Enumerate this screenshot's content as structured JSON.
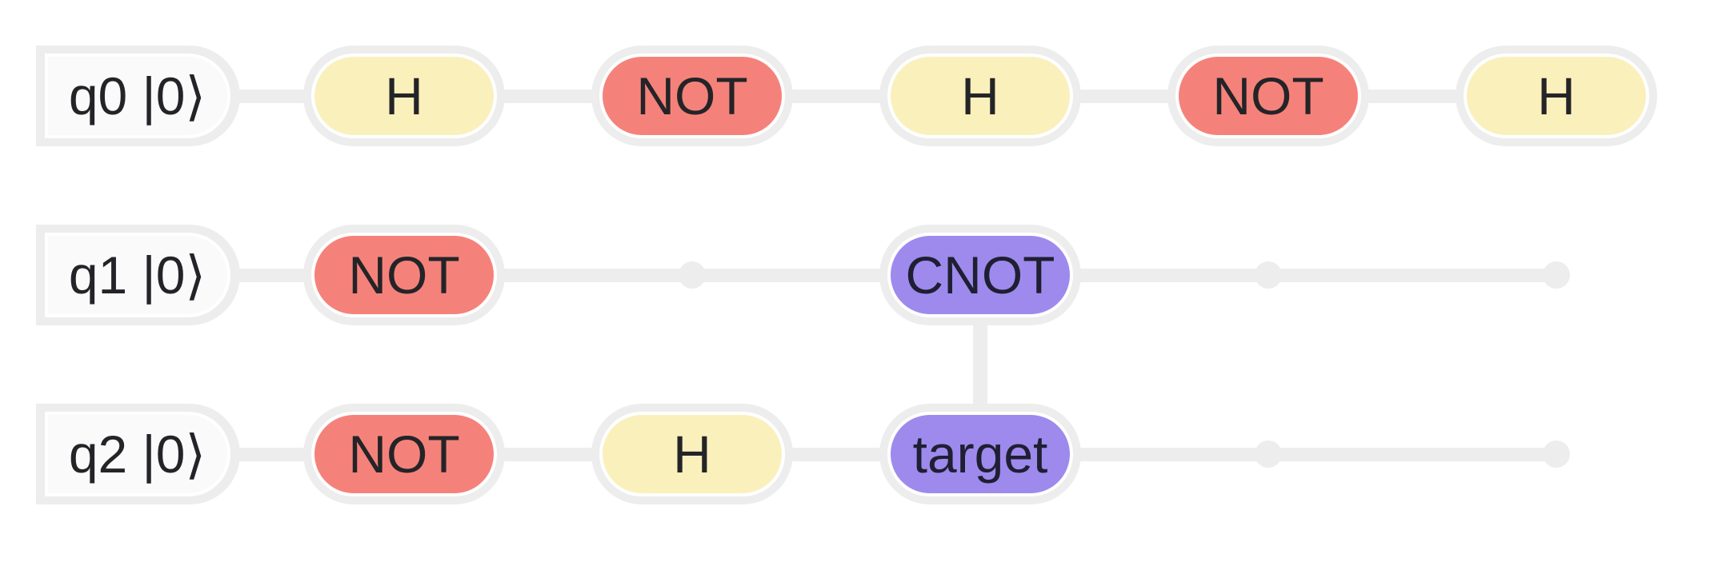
{
  "palette": {
    "wire_grey": "#ededed",
    "label_fill": "#fafafa",
    "gate_h_fill": "#faf0bc",
    "gate_not_fill": "#f5827a",
    "gate_cnot_fill": "#9e8aed",
    "text": "#242428"
  },
  "circuit": {
    "qubits": [
      {
        "label": "q0 |0⟩",
        "gates": [
          {
            "col": 1,
            "label": "H",
            "type": "h"
          },
          {
            "col": 2,
            "label": "NOT",
            "type": "not"
          },
          {
            "col": 3,
            "label": "H",
            "type": "h"
          },
          {
            "col": 4,
            "label": "NOT",
            "type": "not"
          },
          {
            "col": 5,
            "label": "H",
            "type": "h"
          }
        ],
        "nodes": []
      },
      {
        "label": "q1 |0⟩",
        "gates": [
          {
            "col": 1,
            "label": "NOT",
            "type": "not"
          },
          {
            "col": 3,
            "label": "CNOT",
            "type": "cnot"
          }
        ],
        "nodes": [
          2,
          4,
          5
        ]
      },
      {
        "label": "q2 |0⟩",
        "gates": [
          {
            "col": 1,
            "label": "NOT",
            "type": "not"
          },
          {
            "col": 2,
            "label": "H",
            "type": "h"
          },
          {
            "col": 3,
            "label": "target",
            "type": "cnot"
          }
        ],
        "nodes": [
          4,
          5
        ]
      }
    ],
    "connector": {
      "col": 3,
      "from_qubit": 1,
      "to_qubit": 2
    }
  }
}
